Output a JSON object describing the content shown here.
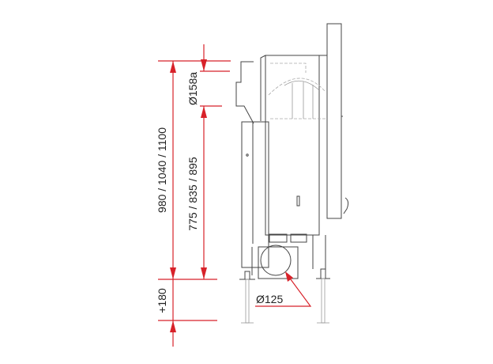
{
  "dimensions": {
    "total_height": "980 / 1040 / 1100",
    "flue_diameter_top": "Ø158a",
    "body_height": "775 / 835 / 895",
    "leg_extension": "+180",
    "air_inlet_diameter": "Ø125"
  },
  "colors": {
    "dimension": "#d8222a",
    "drawing": "#444444"
  }
}
